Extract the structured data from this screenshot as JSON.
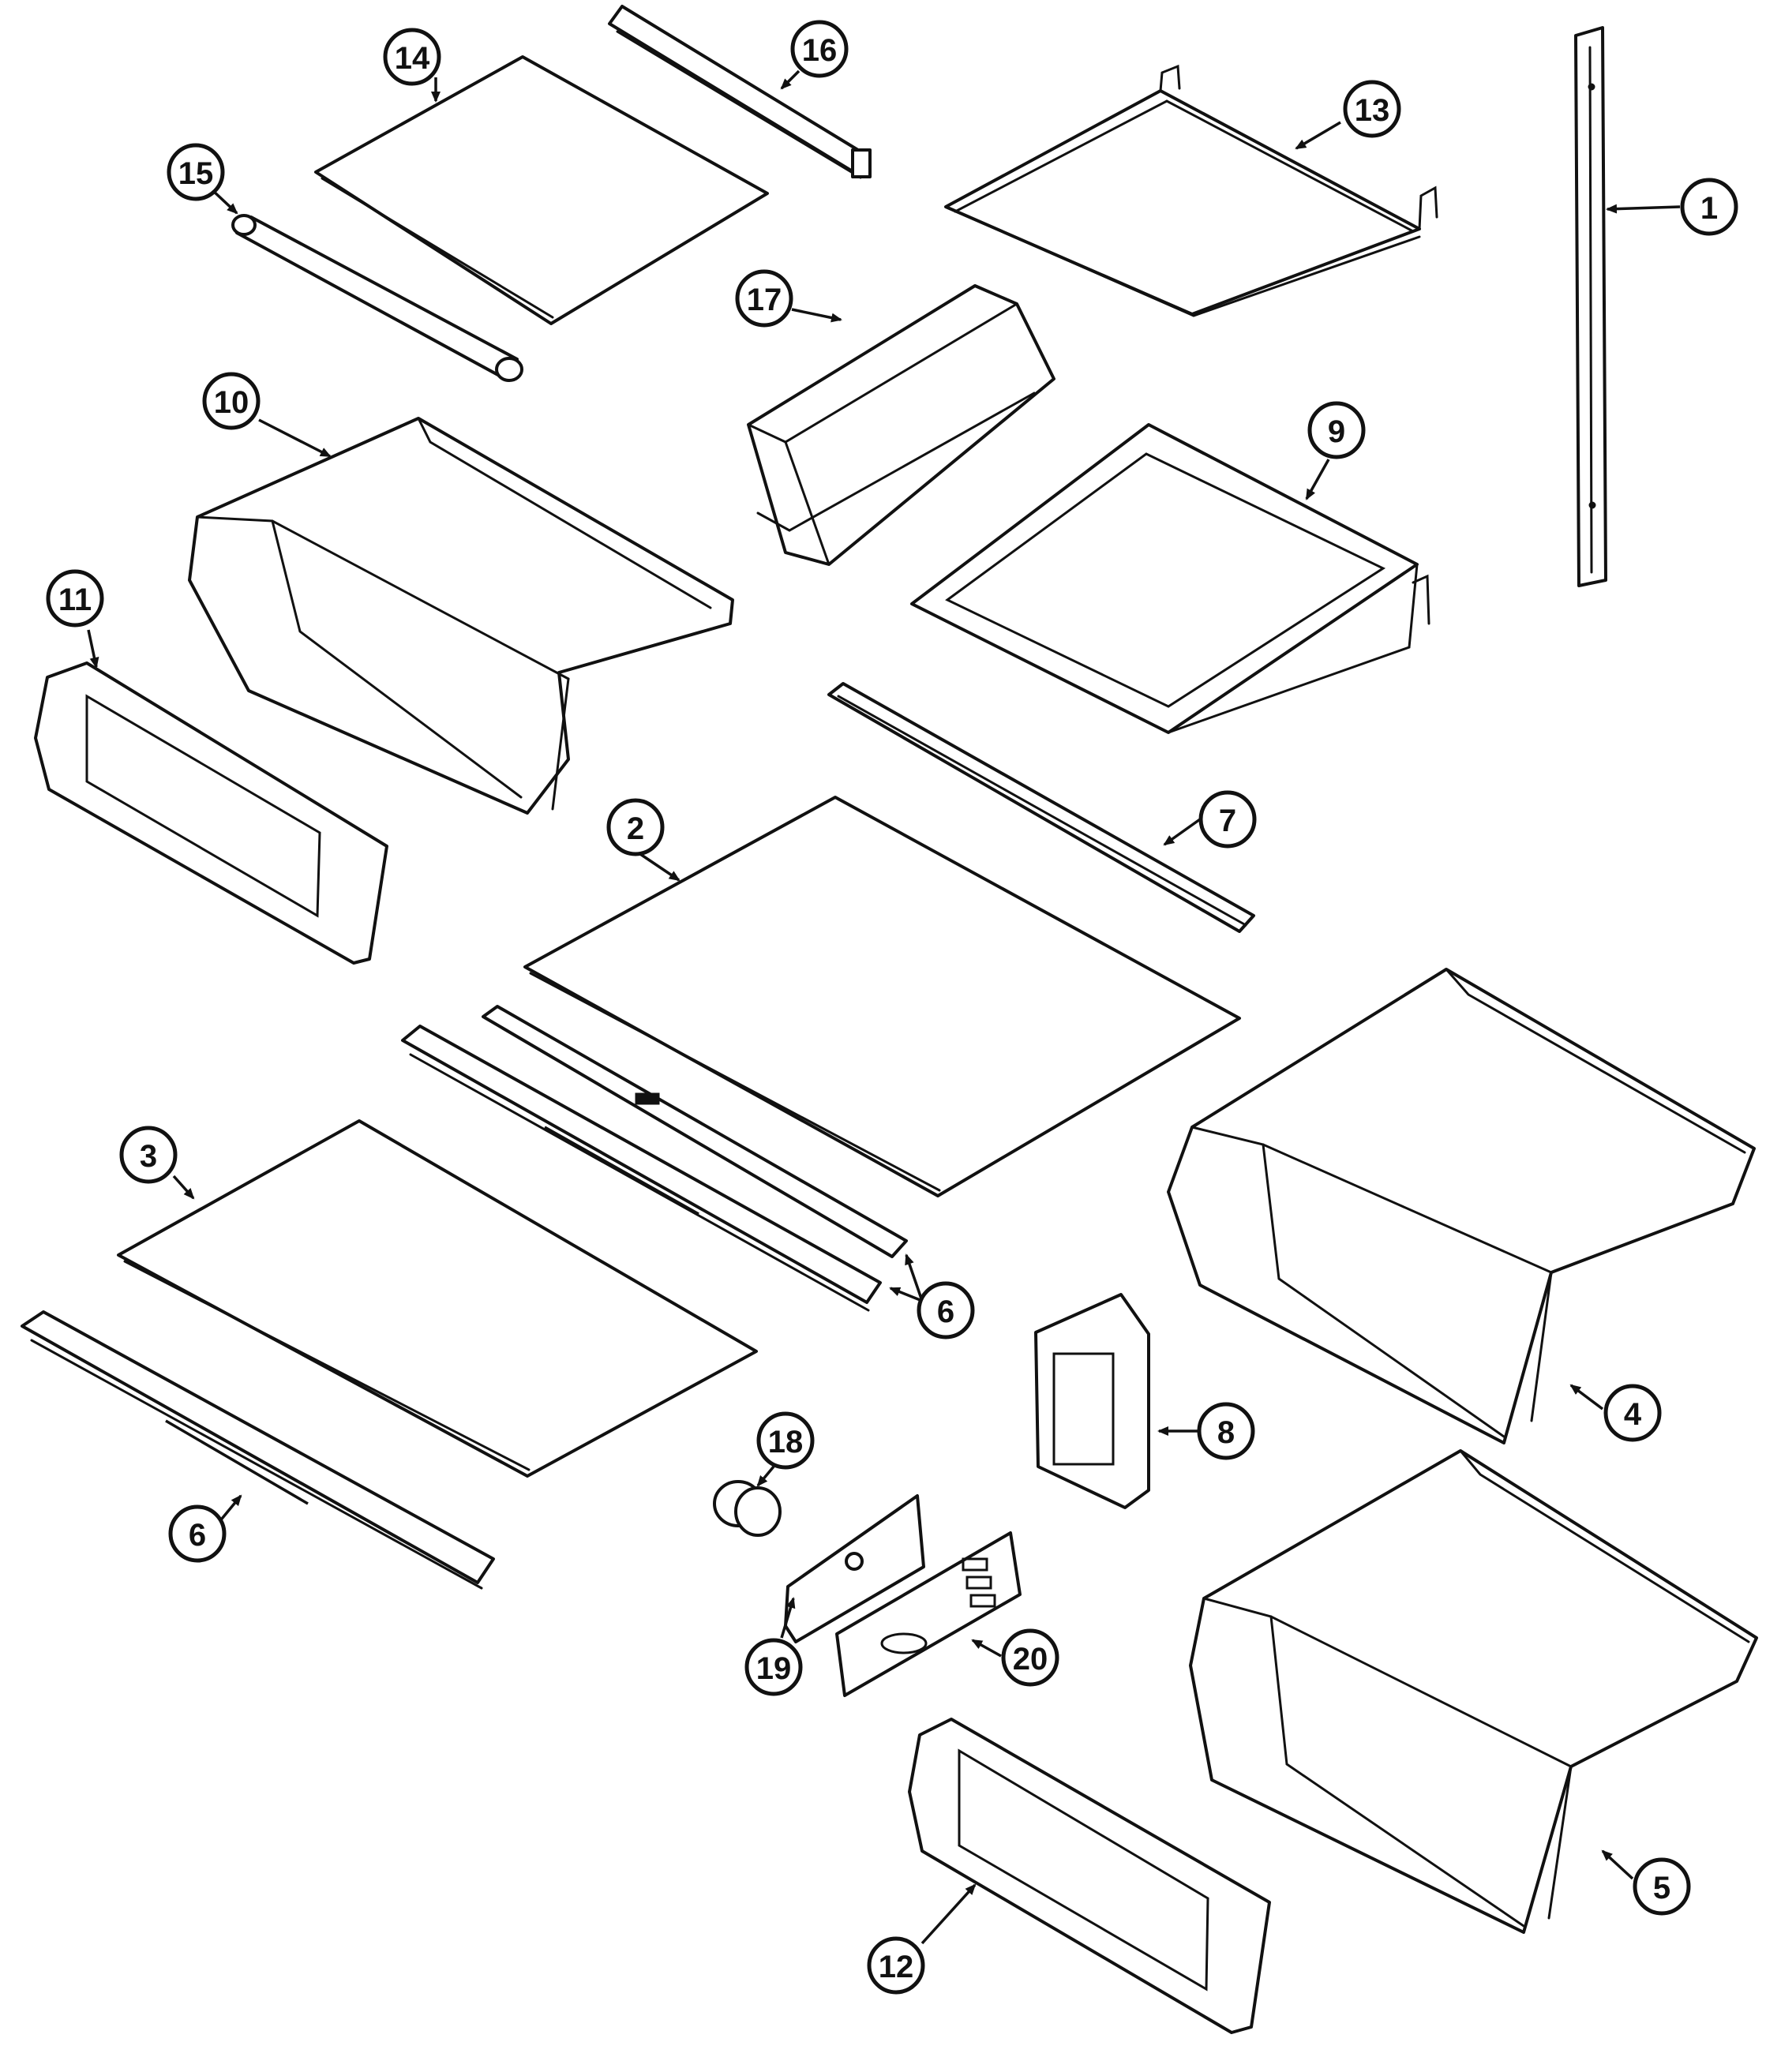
{
  "diagram": {
    "callouts": [
      {
        "id": "1",
        "label": "1"
      },
      {
        "id": "2",
        "label": "2"
      },
      {
        "id": "3",
        "label": "3"
      },
      {
        "id": "4",
        "label": "4"
      },
      {
        "id": "5",
        "label": "5"
      },
      {
        "id": "6a",
        "label": "6"
      },
      {
        "id": "6b",
        "label": "6"
      },
      {
        "id": "7",
        "label": "7"
      },
      {
        "id": "8",
        "label": "8"
      },
      {
        "id": "9",
        "label": "9"
      },
      {
        "id": "10",
        "label": "10"
      },
      {
        "id": "11",
        "label": "11"
      },
      {
        "id": "12",
        "label": "12"
      },
      {
        "id": "13",
        "label": "13"
      },
      {
        "id": "14",
        "label": "14"
      },
      {
        "id": "15",
        "label": "15"
      },
      {
        "id": "16",
        "label": "16"
      },
      {
        "id": "17",
        "label": "17"
      },
      {
        "id": "18",
        "label": "18"
      },
      {
        "id": "19",
        "label": "19"
      },
      {
        "id": "20",
        "label": "20"
      }
    ],
    "colors": {
      "line": "#111111",
      "background": "#ffffff"
    }
  }
}
